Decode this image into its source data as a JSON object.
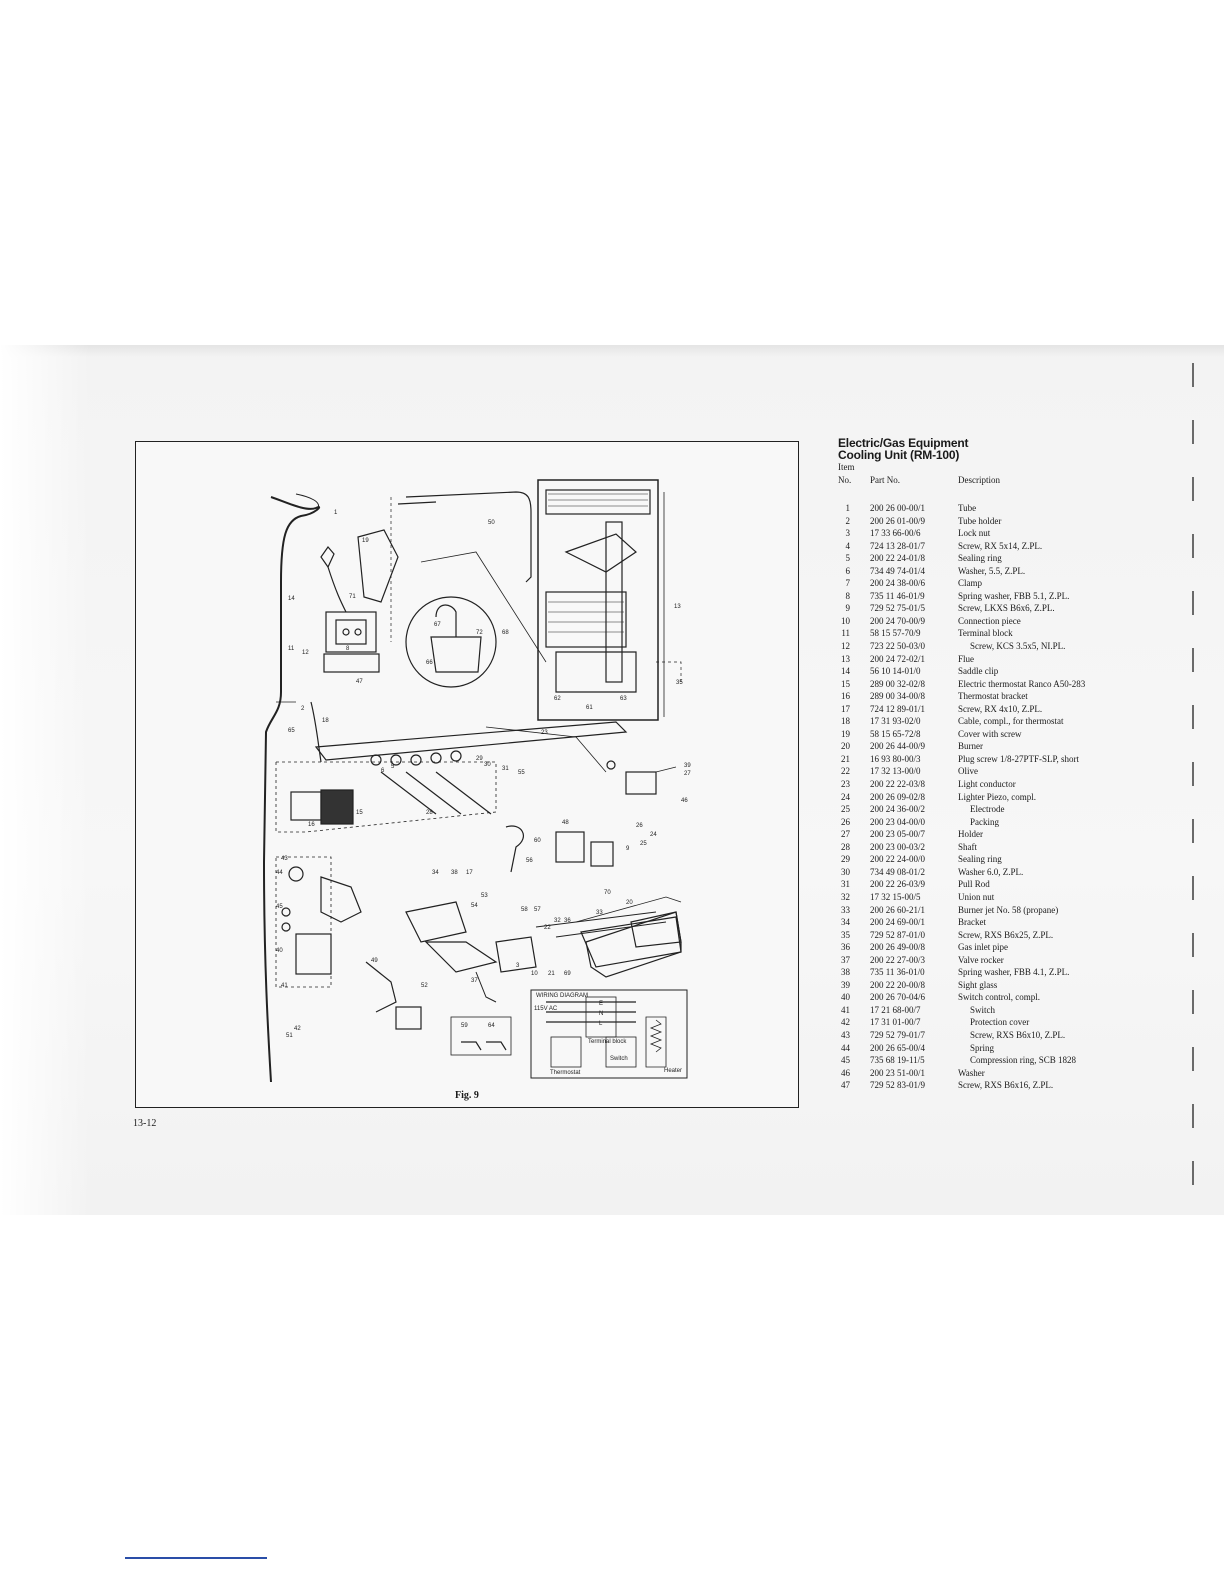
{
  "figure": {
    "caption": "Fig. 9",
    "wiring": {
      "title": "WIRING DIAGRAM",
      "supply": "115V AC",
      "terminals": [
        "E",
        "N",
        "L"
      ],
      "block_label": "Terminal block",
      "thermostat_label": "Thermostat",
      "switch_label": "Switch",
      "heater_label": "Heater"
    },
    "callouts": [
      "1",
      "2",
      "3",
      "5",
      "6",
      "8",
      "9",
      "10",
      "11",
      "12",
      "13",
      "14",
      "15",
      "16",
      "17",
      "18",
      "19",
      "20",
      "21",
      "22",
      "23",
      "24",
      "25",
      "26",
      "27",
      "28",
      "29",
      "30",
      "31",
      "32",
      "33",
      "34",
      "35",
      "36",
      "37",
      "38",
      "39",
      "40",
      "41",
      "42",
      "43",
      "44",
      "45",
      "46",
      "47",
      "48",
      "49",
      "50",
      "51",
      "52",
      "53",
      "54",
      "55",
      "56",
      "57",
      "58",
      "59",
      "60",
      "61",
      "62",
      "63",
      "64",
      "65",
      "66",
      "67",
      "68",
      "69",
      "70",
      "71",
      "72"
    ]
  },
  "page_number": "13-12",
  "parts": {
    "title_line1": "Electric/Gas Equipment",
    "title_line2": "Cooling Unit (RM-100)",
    "header_item": "Item",
    "header_no": "No.",
    "header_part": "Part No.",
    "header_desc": "Description",
    "rows": [
      {
        "item": "1",
        "part": "200 26 00-00/1",
        "desc": "Tube"
      },
      {
        "item": "2",
        "part": "200 26 01-00/9",
        "desc": "Tube holder"
      },
      {
        "item": "3",
        "part": "17 33 66-00/6",
        "desc": "Lock nut"
      },
      {
        "item": "4",
        "part": "724 13 28-01/7",
        "desc": "Screw, RX 5x14, Z.PL."
      },
      {
        "item": "5",
        "part": "200 22 24-01/8",
        "desc": "Sealing ring"
      },
      {
        "item": "6",
        "part": "734 49 74-01/4",
        "desc": "Washer, 5.5, Z.PL."
      },
      {
        "item": "7",
        "part": "200 24 38-00/6",
        "desc": "Clamp"
      },
      {
        "item": "8",
        "part": "735 11 46-01/9",
        "desc": "Spring washer, FBB 5.1, Z.PL."
      },
      {
        "item": "9",
        "part": "729 52 75-01/5",
        "desc": "Screw, LKXS B6x6, Z.PL."
      },
      {
        "item": "10",
        "part": "200 24 70-00/9",
        "desc": "Connection piece"
      },
      {
        "item": "11",
        "part": "58 15 57-70/9",
        "desc": "Terminal block"
      },
      {
        "item": "12",
        "part": "723 22 50-03/0",
        "desc": "Screw, KCS 3.5x5, NI.PL.",
        "sub": true
      },
      {
        "item": "13",
        "part": "200 24 72-02/1",
        "desc": "Flue"
      },
      {
        "item": "14",
        "part": "56 10 14-01/0",
        "desc": "Saddle clip"
      },
      {
        "item": "15",
        "part": "289 00 32-02/8",
        "desc": "Electric thermostat Ranco A50-283"
      },
      {
        "item": "16",
        "part": "289 00 34-00/8",
        "desc": "Thermostat bracket"
      },
      {
        "item": "17",
        "part": "724 12 89-01/1",
        "desc": "Screw, RX 4x10, Z.PL."
      },
      {
        "item": "18",
        "part": "17 31 93-02/0",
        "desc": "Cable, compl., for thermostat"
      },
      {
        "item": "19",
        "part": "58 15 65-72/8",
        "desc": "Cover with screw"
      },
      {
        "item": "20",
        "part": "200 26 44-00/9",
        "desc": "Burner"
      },
      {
        "item": "21",
        "part": "16 93 80-00/3",
        "desc": "Plug screw 1/8-27PTF-SLP, short"
      },
      {
        "item": "22",
        "part": "17 32 13-00/0",
        "desc": "Olive"
      },
      {
        "item": "23",
        "part": "200 22 22-03/8",
        "desc": "Light conductor"
      },
      {
        "item": "24",
        "part": "200 26 09-02/8",
        "desc": "Lighter Piezo, compl."
      },
      {
        "item": "25",
        "part": "200 24 36-00/2",
        "desc": "Electrode",
        "sub": true
      },
      {
        "item": "26",
        "part": "200 23 04-00/0",
        "desc": "Packing",
        "sub": true
      },
      {
        "item": "27",
        "part": "200 23 05-00/7",
        "desc": "Holder"
      },
      {
        "item": "28",
        "part": "200 23 00-03/2",
        "desc": "Shaft"
      },
      {
        "item": "29",
        "part": "200 22 24-00/0",
        "desc": "Sealing ring"
      },
      {
        "item": "30",
        "part": "734 49 08-01/2",
        "desc": "Washer 6.0, Z.PL."
      },
      {
        "item": "31",
        "part": "200 22 26-03/9",
        "desc": "Pull Rod"
      },
      {
        "item": "32",
        "part": "17 32 15-00/5",
        "desc": "Union nut"
      },
      {
        "item": "33",
        "part": "200 26 60-21/1",
        "desc": "Burner jet No. 58 (propane)"
      },
      {
        "item": "34",
        "part": "200 24 69-00/1",
        "desc": "Bracket"
      },
      {
        "item": "35",
        "part": "729 52 87-01/0",
        "desc": "Screw, RXS B6x25, Z.PL."
      },
      {
        "item": "36",
        "part": "200 26 49-00/8",
        "desc": "Gas inlet pipe"
      },
      {
        "item": "37",
        "part": "200 22 27-00/3",
        "desc": "Valve rocker"
      },
      {
        "item": "38",
        "part": "735 11 36-01/0",
        "desc": "Spring washer, FBB 4.1, Z.PL."
      },
      {
        "item": "39",
        "part": "200 22 20-00/8",
        "desc": "Sight glass"
      },
      {
        "item": "40",
        "part": "200 26 70-04/6",
        "desc": "Switch control, compl."
      },
      {
        "item": "41",
        "part": "17 21 68-00/7",
        "desc": "Switch",
        "sub": true
      },
      {
        "item": "42",
        "part": "17 31 01-00/7",
        "desc": "Protection cover",
        "sub": true
      },
      {
        "item": "43",
        "part": "729 52 79-01/7",
        "desc": "Screw, RXS B6x10, Z.PL.",
        "sub": true
      },
      {
        "item": "44",
        "part": "200 26 65-00/4",
        "desc": "Spring",
        "sub": true
      },
      {
        "item": "45",
        "part": "735 68 19-11/5",
        "desc": "Compression ring, SCB 1828",
        "sub": true
      },
      {
        "item": "46",
        "part": "200 23 51-00/1",
        "desc": "Washer"
      },
      {
        "item": "47",
        "part": "729 52 83-01/9",
        "desc": "Screw, RXS B6x16, Z.PL."
      }
    ]
  }
}
